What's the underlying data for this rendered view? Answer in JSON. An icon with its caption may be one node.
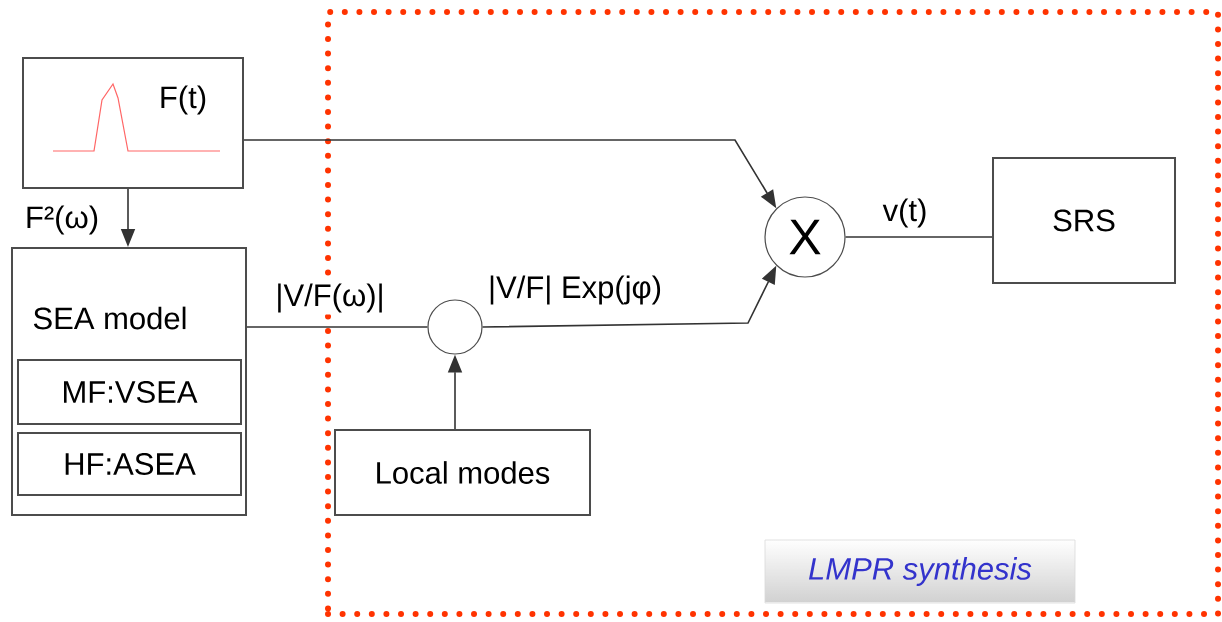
{
  "diagram": {
    "nodes": [
      {
        "text": [
          "F(t)"
        ]
      },
      {
        "text": [
          "SEA model"
        ]
      },
      {
        "text": [
          "MF:VSEA"
        ],
        "in": 1
      },
      {
        "text": [
          "HF:ASEA"
        ],
        "in": 1
      },
      {
        "text": [],
        "shape": "box"
      },
      {
        "text": [],
        "shape": "circle",
        "in": 4
      },
      {
        "text": [
          "X"
        ],
        "in": 4
      },
      {
        "text": [
          "SRS"
        ],
        "in": 4
      },
      {
        "text": [
          "Local modes"
        ],
        "in": 4
      },
      {
        "text": [
          "LMPR synthesis"
        ],
        "in": 4
      }
    ],
    "edges": [
      {
        "from": 0,
        "to": 1,
        "arrow": "to",
        "label": "F²(ω)"
      },
      {
        "from": 0,
        "to": 6,
        "arrow": "to"
      },
      {
        "from": 1,
        "to": 5,
        "arrow": "none",
        "label": "|V/F(ω)|"
      },
      {
        "from": 5,
        "to": 6,
        "arrow": "to",
        "label": "|V/F| Exp(jφ)"
      },
      {
        "from": 8,
        "to": 5,
        "arrow": "to"
      },
      {
        "from": 6,
        "to": 7,
        "arrow": "none",
        "label": "v(t)"
      }
    ]
  }
}
